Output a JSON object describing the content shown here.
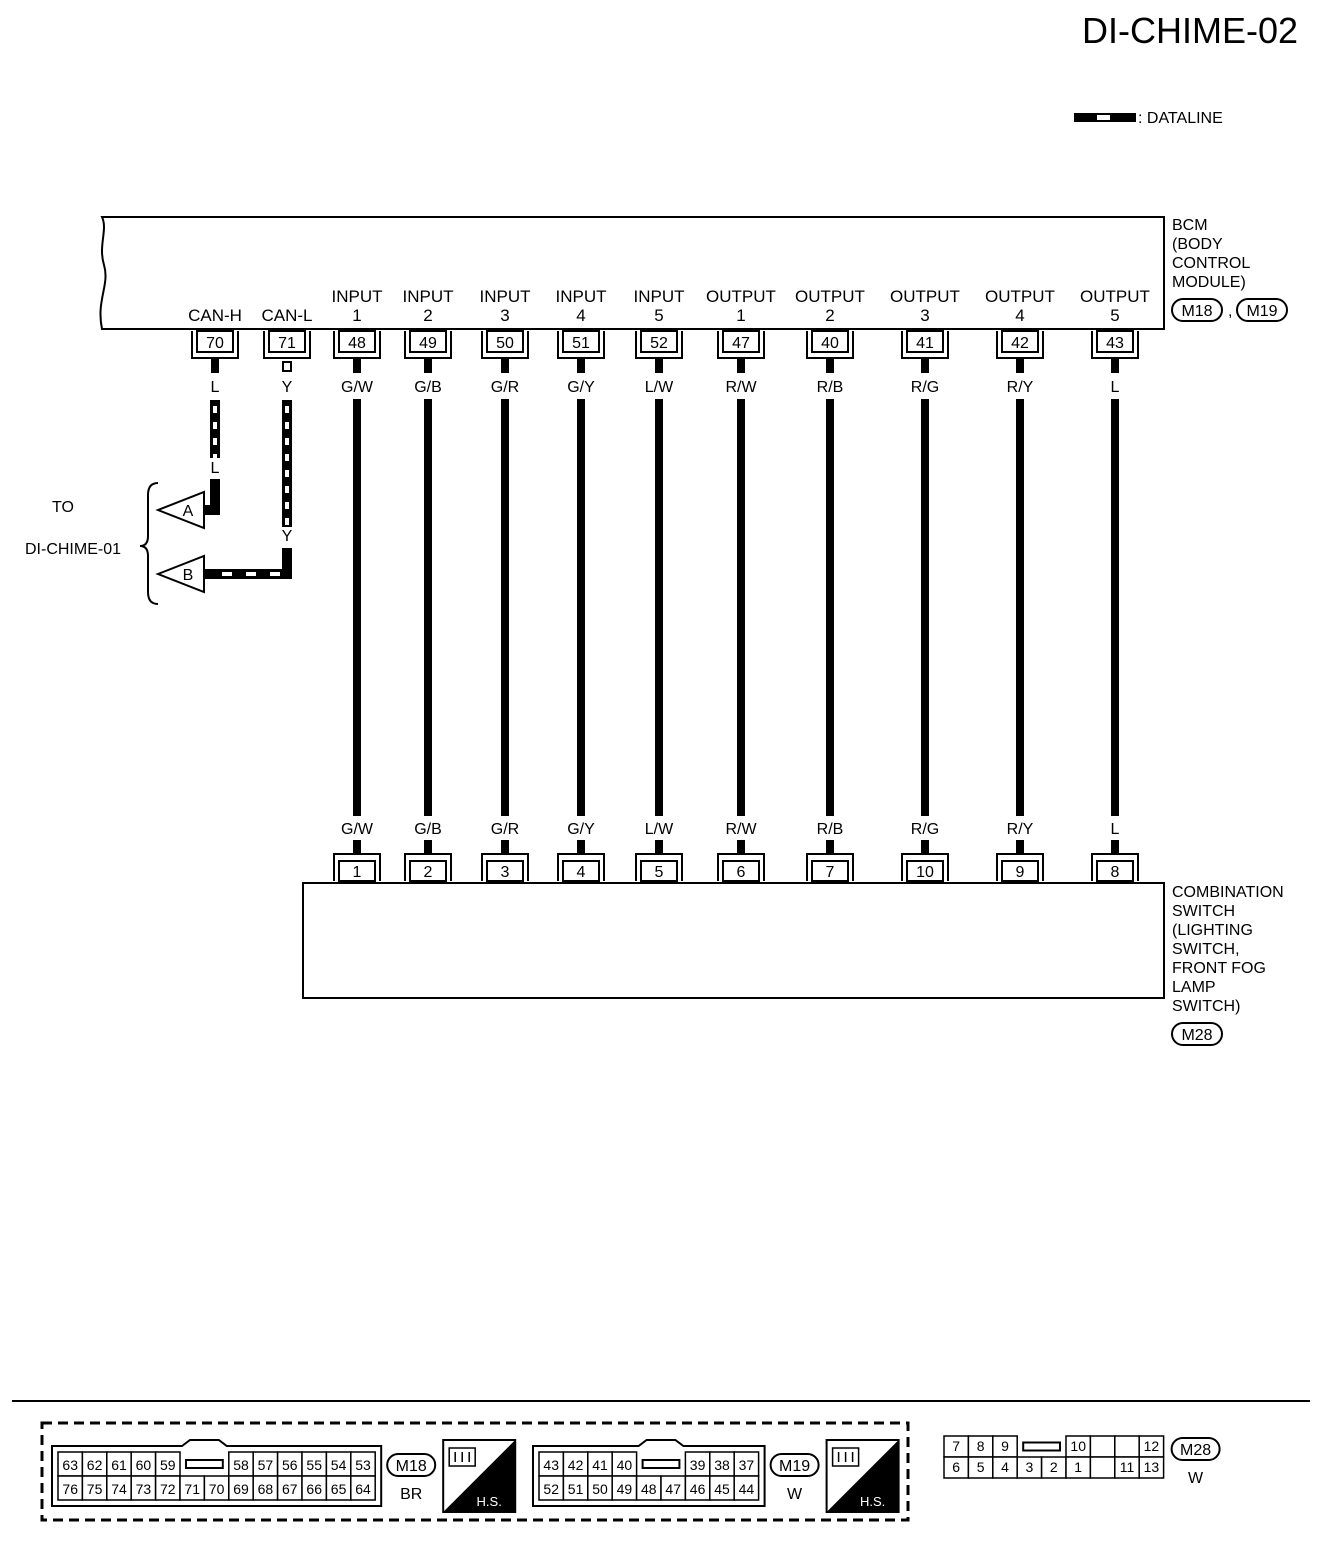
{
  "title": "DI-CHIME-02",
  "legend": {
    "label": ": DATALINE"
  },
  "bcm": {
    "name_lines": [
      "BCM",
      "(BODY",
      "CONTROL",
      "MODULE)"
    ],
    "connectors": [
      "M18",
      "M19"
    ],
    "separator": ","
  },
  "combination_switch": {
    "name_lines": [
      "COMBINATION",
      "SWITCH",
      "(LIGHTING",
      "SWITCH,",
      "FRONT FOG",
      "LAMP",
      "SWITCH)"
    ],
    "connector": "M28"
  },
  "can_lines": [
    {
      "label": "CAN-H",
      "pin": "70",
      "color_top": "L",
      "color_mid": "L",
      "target": "A"
    },
    {
      "label": "CAN-L",
      "pin": "71",
      "color_top": "Y",
      "color_mid": "Y",
      "target": "B"
    }
  ],
  "to_reference": {
    "line1": "TO",
    "line2": "DI-CHIME-01"
  },
  "circuits": [
    {
      "l1": "INPUT",
      "l2": "1",
      "bcm_pin": "48",
      "color": "G/W",
      "sw_pin": "1"
    },
    {
      "l1": "INPUT",
      "l2": "2",
      "bcm_pin": "49",
      "color": "G/B",
      "sw_pin": "2"
    },
    {
      "l1": "INPUT",
      "l2": "3",
      "bcm_pin": "50",
      "color": "G/R",
      "sw_pin": "3"
    },
    {
      "l1": "INPUT",
      "l2": "4",
      "bcm_pin": "51",
      "color": "G/Y",
      "sw_pin": "4"
    },
    {
      "l1": "INPUT",
      "l2": "5",
      "bcm_pin": "52",
      "color": "L/W",
      "sw_pin": "5"
    },
    {
      "l1": "OUTPUT",
      "l2": "1",
      "bcm_pin": "47",
      "color": "R/W",
      "sw_pin": "6"
    },
    {
      "l1": "OUTPUT",
      "l2": "2",
      "bcm_pin": "40",
      "color": "R/B",
      "sw_pin": "7"
    },
    {
      "l1": "OUTPUT",
      "l2": "3",
      "bcm_pin": "41",
      "color": "R/G",
      "sw_pin": "10"
    },
    {
      "l1": "OUTPUT",
      "l2": "4",
      "bcm_pin": "42",
      "color": "R/Y",
      "sw_pin": "9"
    },
    {
      "l1": "OUTPUT",
      "l2": "5",
      "bcm_pin": "43",
      "color": "L",
      "sw_pin": "8"
    }
  ],
  "connector_views": {
    "m18": {
      "id": "M18",
      "color": "BR",
      "hs": "H.S.",
      "top_left": [
        "63",
        "62",
        "61",
        "60",
        "59"
      ],
      "top_right": [
        "58",
        "57",
        "56",
        "55",
        "54",
        "53"
      ],
      "bottom": [
        "76",
        "75",
        "74",
        "73",
        "72",
        "71",
        "70",
        "69",
        "68",
        "67",
        "66",
        "65",
        "64"
      ]
    },
    "m19": {
      "id": "M19",
      "color": "W",
      "hs": "H.S.",
      "top_left": [
        "43",
        "42",
        "41",
        "40"
      ],
      "top_right": [
        "39",
        "38",
        "37"
      ],
      "bottom": [
        "52",
        "51",
        "50",
        "49",
        "48",
        "47",
        "46",
        "45",
        "44"
      ]
    },
    "m28": {
      "id": "M28",
      "color": "W",
      "top_left": [
        "7",
        "8",
        "9"
      ],
      "top_right": [
        "10",
        "",
        "",
        "12"
      ],
      "bottom": [
        "6",
        "5",
        "4",
        "3",
        "2",
        "1",
        "",
        "11",
        "13"
      ]
    }
  }
}
